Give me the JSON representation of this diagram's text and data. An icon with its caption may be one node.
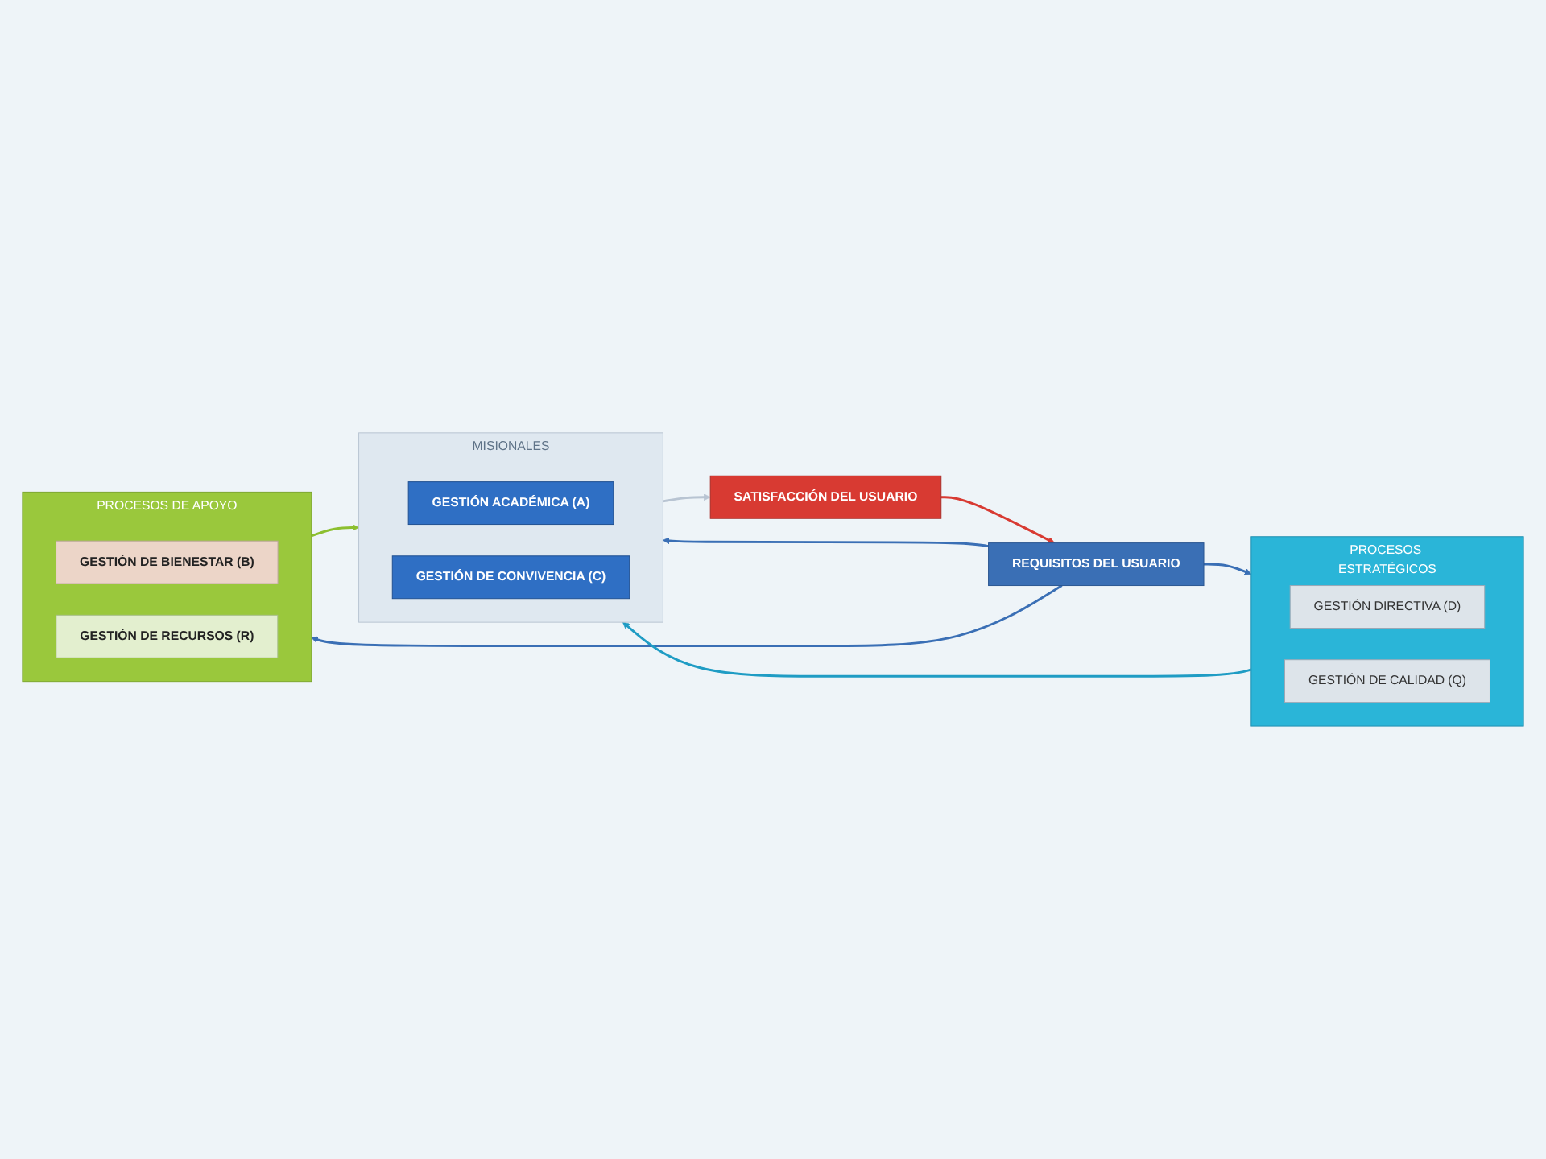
{
  "diagram": {
    "nodes": [
      {
        "text": [
          "REQUISITOS DEL USUARIO"
        ]
      },
      {
        "text": [
          "PROCESOS ESTRATÉGICOS"
        ]
      },
      {
        "text": [
          "GESTIÓN DIRECTIVA (D)"
        ],
        "in": 1
      },
      {
        "text": [
          "GESTIÓN DE CALIDAD (Q)"
        ],
        "in": 1
      },
      {
        "text": [
          "MISIONALES"
        ]
      },
      {
        "text": [
          "GESTIÓN ACADÉMICA (A)"
        ],
        "in": 4
      },
      {
        "text": [
          "GESTIÓN DE CONVIVENCIA (C)"
        ],
        "in": 4
      },
      {
        "text": [
          "PROCESOS DE APOYO"
        ]
      },
      {
        "text": [
          "GESTIÓN DE BIENESTAR (B)"
        ],
        "in": 7
      },
      {
        "text": [
          "GESTIÓN DE RECURSOS (R)"
        ],
        "in": 7
      },
      {
        "text": [
          "SATISFACCIÓN DEL USUARIO"
        ]
      }
    ],
    "edges": [
      {
        "from": 0,
        "to": 1,
        "arrow": "to"
      },
      {
        "from": 0,
        "to": 4,
        "arrow": "to"
      },
      {
        "from": 0,
        "to": 7,
        "arrow": "to"
      },
      {
        "from": 1,
        "to": 4,
        "arrow": "to",
        "color": "#1f9cc4"
      },
      {
        "from": 7,
        "to": 4,
        "arrow": "to",
        "color": "#8cbf2f"
      },
      {
        "from": 4,
        "to": 10,
        "arrow": "to",
        "color": "#b8c4d2"
      },
      {
        "from": 10,
        "to": 0,
        "arrow": "to",
        "color": "#d83a32"
      }
    ]
  }
}
